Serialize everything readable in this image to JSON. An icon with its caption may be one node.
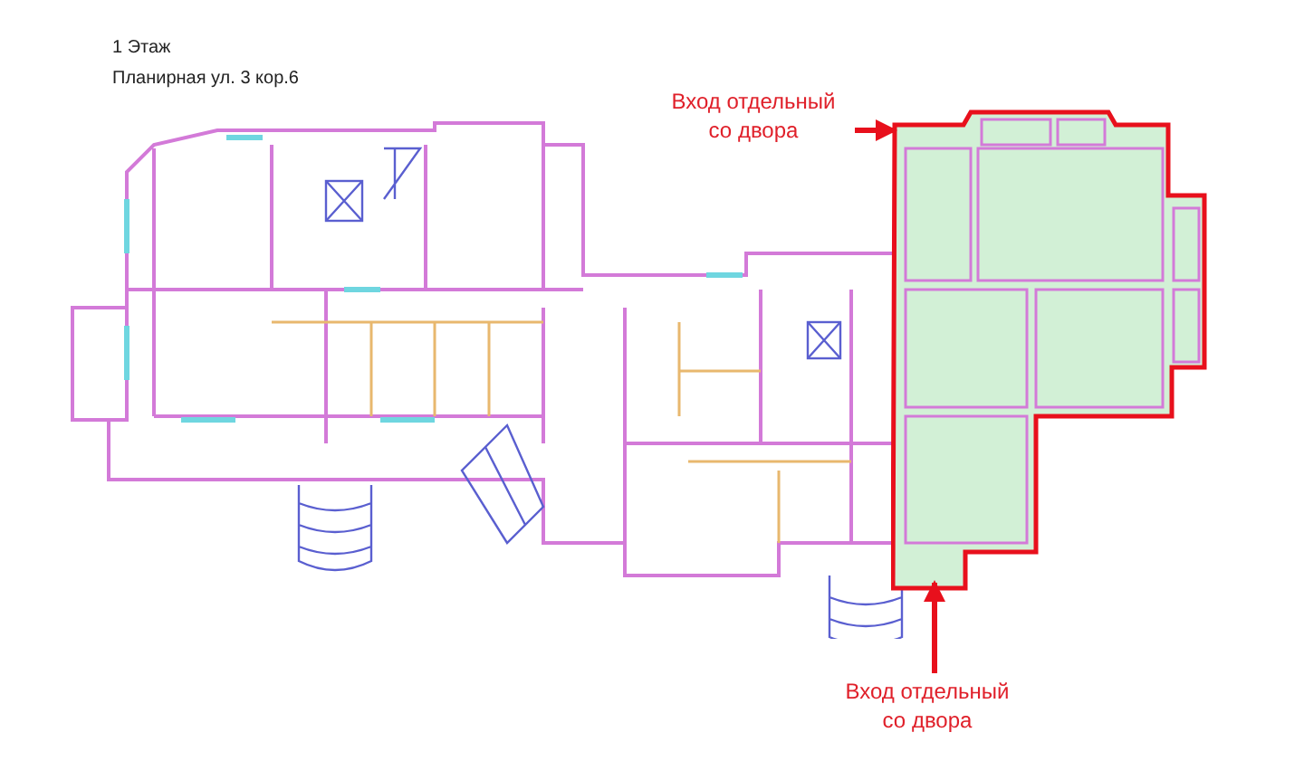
{
  "diagram": {
    "title": "1 Этаж",
    "nodes": [
      {
        "text": [
          "Вход отдельный со двора"
        ]
      },
      {
        "text": [],
        "shape": "box"
      },
      {
        "text": [
          "Вход отдельный со двора"
        ]
      }
    ],
    "edges": [
      {
        "from": 0,
        "to": 1,
        "arrow": "to"
      },
      {
        "from": 2,
        "to": 1,
        "arrow": "to"
      }
    ],
    "labels": [
      "Планирная ул. 3 кор.6"
    ]
  }
}
